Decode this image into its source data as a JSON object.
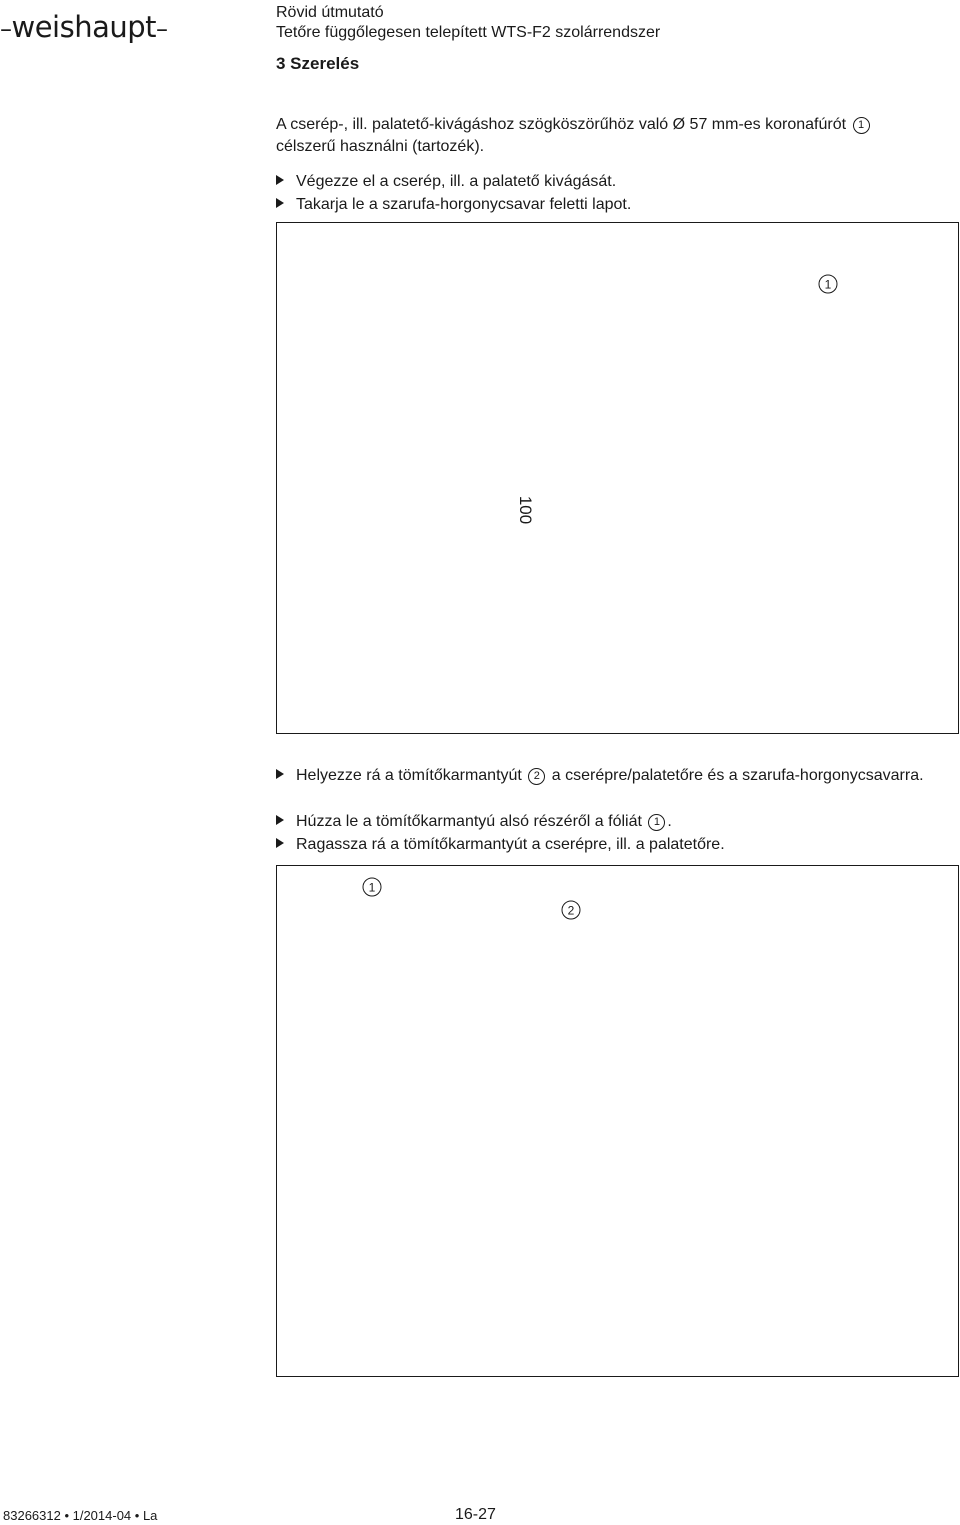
{
  "header": {
    "logo_text": "weishaupt",
    "title": "Rövid útmutató",
    "subtitle": "Tetőre függőlegesen telepített WTS-F2 szolárrendszer"
  },
  "section_title": "3 Szerelés",
  "intro": {
    "text_before": "A cserép-, ill. palatető-kivágáshoz szögköszörűhöz való Ø 57 mm-es koronafúrót",
    "callout": "1",
    "text_after": "célszerű használni (tartozék)."
  },
  "steps_1": [
    "Végezze el a cserép, ill. a palatető kivágását.",
    "Takarja le a szarufa-horgonycsavar feletti lapot."
  ],
  "figure_1": {
    "callout": "1",
    "dimension": "100"
  },
  "steps_2": [
    {
      "before": "Helyezze rá a tömítőkarmantyút",
      "callout": "2",
      "after": "a cserépre/palatetőre és a szarufa-horgonycsavarra."
    },
    {
      "before": "Húzza le a tömítőkarmantyú alsó részéről a fóliát",
      "callout": "1",
      "after": "."
    },
    {
      "before": "Ragassza rá a tömítőkarmantyút a cserépre, ill. a palatetőre.",
      "callout": "",
      "after": ""
    }
  ],
  "figure_2": {
    "callout_a": "1",
    "callout_b": "2"
  },
  "footer": {
    "doc_code": "83266312 • 1/2014-04 • La",
    "page": "16-27"
  }
}
